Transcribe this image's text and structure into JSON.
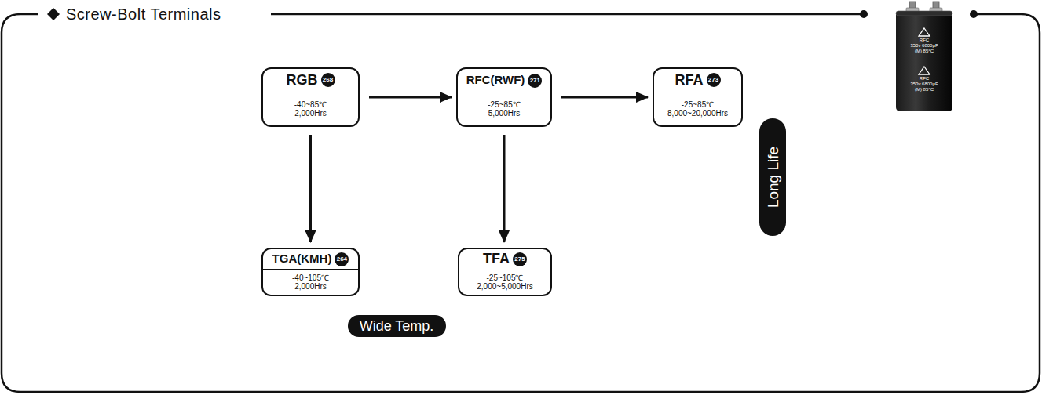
{
  "diagram": {
    "title": "Screw-Bolt Terminals",
    "nodes": [
      {
        "text": [
          "RGB",
          "268",
          "-40~85℃ 2,000Hrs"
        ]
      },
      {
        "text": [
          "RFC(RWF)",
          "271",
          "-25~85℃ 5,000Hrs"
        ]
      },
      {
        "text": [
          "RFA",
          "273",
          "-25~85℃ 8,000~20,000Hrs"
        ]
      },
      {
        "text": [
          "TGA(KMH)",
          "264",
          "-40~105℃ 2,000Hrs"
        ]
      },
      {
        "text": [
          "TFA",
          "275",
          "-25~105℃ 2,000~5,000Hrs"
        ]
      },
      {
        "text": [
          "Long Life"
        ]
      },
      {
        "text": [
          "Wide Temp."
        ]
      }
    ],
    "edges": [
      {
        "from": 0,
        "to": 1,
        "arrow": "to"
      },
      {
        "from": 1,
        "to": 2,
        "arrow": "to"
      },
      {
        "from": 0,
        "to": 3,
        "arrow": "to"
      },
      {
        "from": 1,
        "to": 4,
        "arrow": "to"
      }
    ],
    "labels": [
      "RFC",
      "350v 6800μF",
      "(M) 85°C",
      "RFC",
      "350v 6800μF",
      "(M) 85°C"
    ]
  }
}
